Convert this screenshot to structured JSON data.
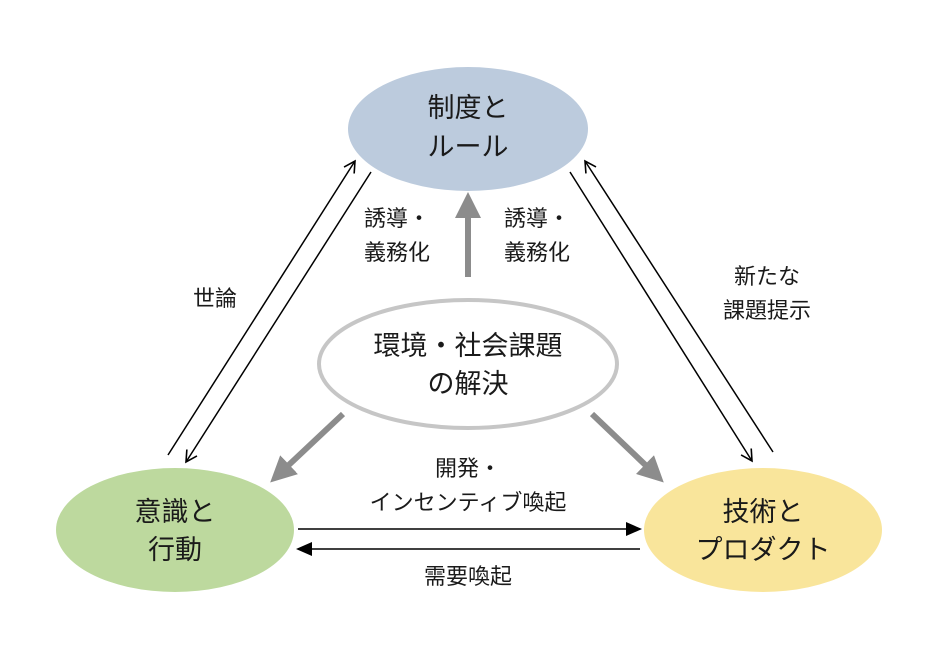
{
  "nodes": {
    "top": {
      "line1": "制度と",
      "line2": "ルール",
      "fill": "#bccbdd"
    },
    "center": {
      "line1": "環境・社会課題",
      "line2": "の解決",
      "stroke": "#c6c6c6"
    },
    "left": {
      "line1": "意識と",
      "line2": "行動",
      "fill": "#bdd99e"
    },
    "right": {
      "line1": "技術と",
      "line2": "プロダクト",
      "fill": "#f9e59b"
    }
  },
  "labels": {
    "public_opinion": "世論",
    "induce_left": {
      "line1": "誘導・",
      "line2": "義務化"
    },
    "induce_right": {
      "line1": "誘導・",
      "line2": "義務化"
    },
    "new_issues": {
      "line1": "新たな",
      "line2": "課題提示"
    },
    "development": {
      "line1": "開発・",
      "line2": "インセンティブ喚起"
    },
    "demand": "需要喚起"
  },
  "colors": {
    "gray_arrow": "#8c8c8c",
    "line": "#000000"
  }
}
